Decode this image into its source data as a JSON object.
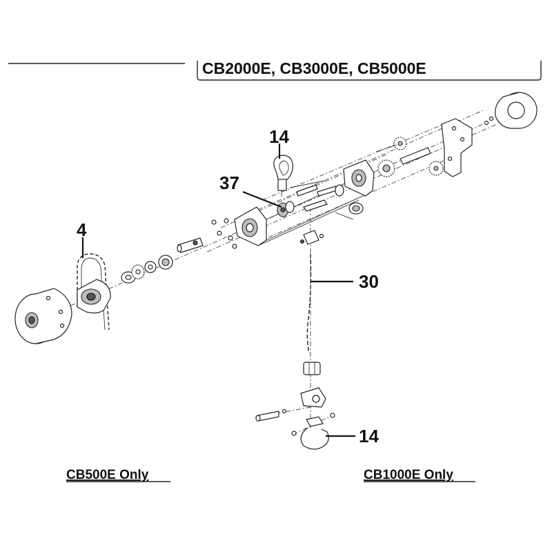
{
  "header": {
    "models": "CB2000E, CB3000E, CB5000E"
  },
  "callouts": {
    "hook_top": "14",
    "part_37": "37",
    "part_4": "4",
    "part_30": "30",
    "hook_bottom": "14"
  },
  "labels": {
    "left": "CB500E Only",
    "right": "CB1000E Only"
  }
}
